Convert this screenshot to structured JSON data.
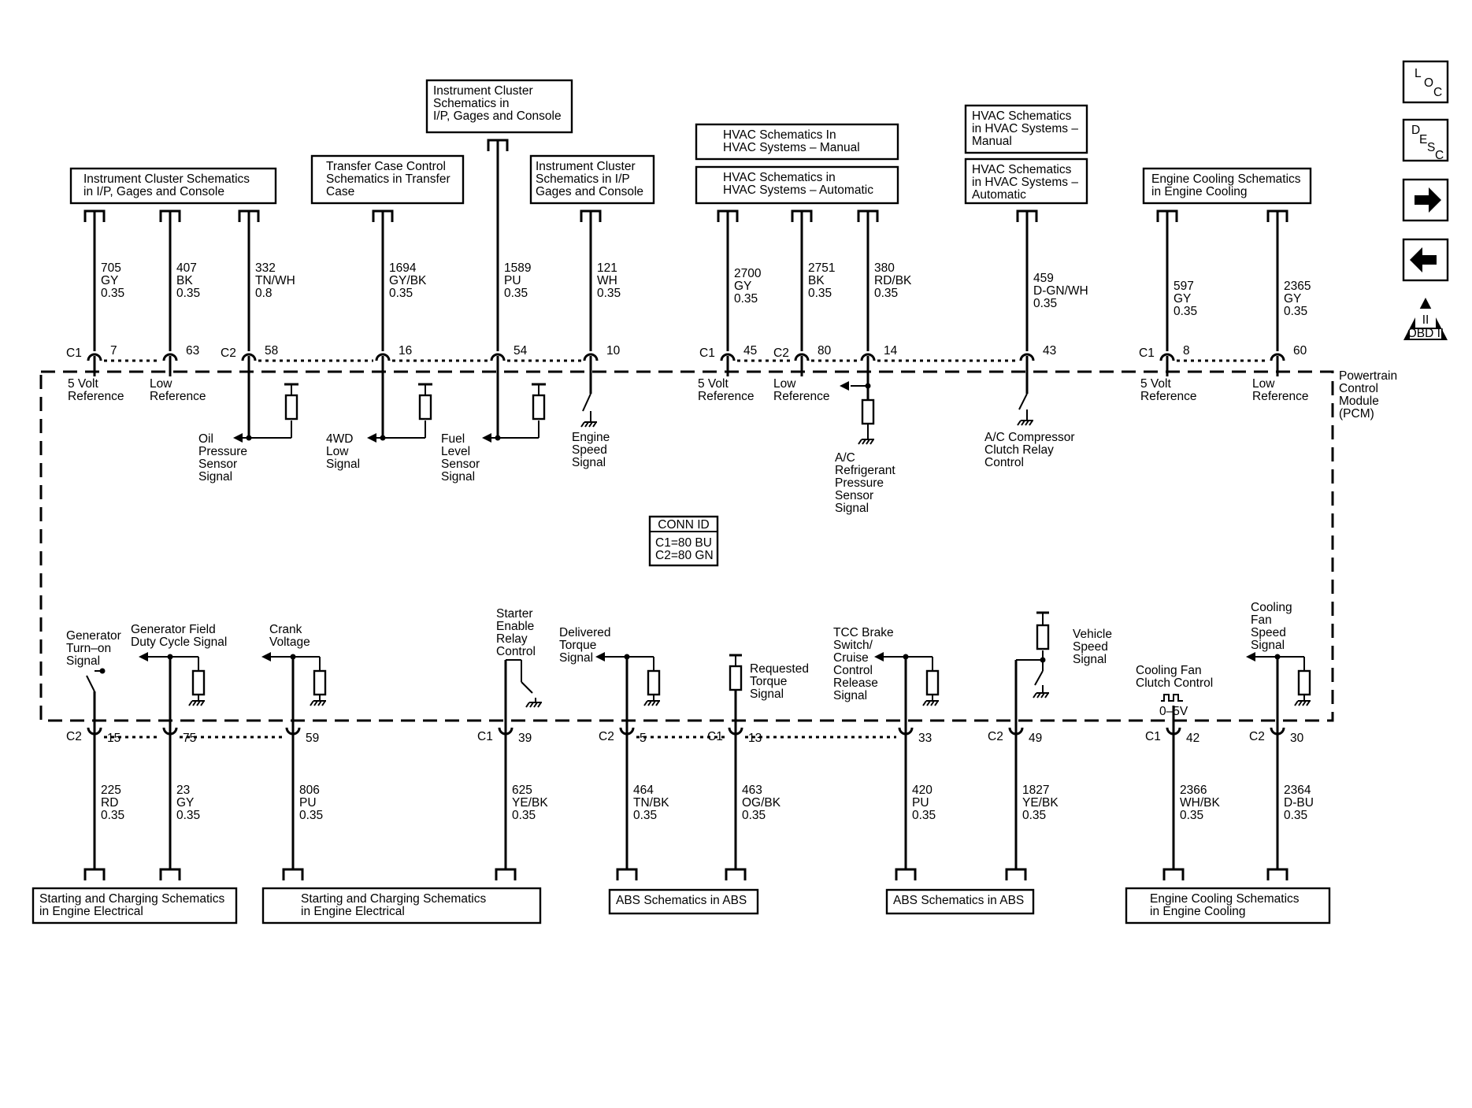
{
  "module": {
    "name_lines": [
      "Powertrain",
      "Control",
      "Module",
      "(PCM)"
    ]
  },
  "conn_id": {
    "title": "CONN ID",
    "lines": [
      "C1=80 BU",
      "C2=80 GN"
    ]
  },
  "nav": {
    "loc": [
      "L",
      "O",
      "C"
    ],
    "desc": [
      "D",
      "E",
      "S",
      "C"
    ],
    "obd_label": "OBD II",
    "obd_numeral": "II"
  },
  "top_boxes": [
    {
      "lines": [
        "Instrument Cluster Schematics",
        "in I/P, Gages and Console"
      ]
    },
    {
      "lines": [
        "Transfer Case Control",
        "Schematics in Transfer",
        "Case"
      ]
    },
    {
      "lines": [
        "Instrument Cluster",
        "Schematics in",
        "I/P, Gages and Console"
      ]
    },
    {
      "lines": [
        "Instrument Cluster",
        "Schematics in I/P",
        "Gages and Console"
      ]
    },
    {
      "lines": [
        "HVAC Schematics In",
        "HVAC Systems – Manual"
      ]
    },
    {
      "lines": [
        "HVAC Schematics in",
        "HVAC Systems – Automatic"
      ]
    },
    {
      "lines": [
        "HVAC Schematics",
        "in HVAC Systems –",
        "Manual"
      ]
    },
    {
      "lines": [
        "HVAC Schematics",
        "in HVAC Systems –",
        "Automatic"
      ]
    },
    {
      "lines": [
        "Engine Cooling Schematics",
        "in Engine Cooling"
      ]
    }
  ],
  "bottom_boxes": [
    {
      "lines": [
        "Starting and Charging Schematics",
        "in Engine Electrical"
      ]
    },
    {
      "lines": [
        "Starting and Charging Schematics",
        "in Engine Electrical"
      ]
    },
    {
      "lines": [
        "ABS Schematics in ABS"
      ]
    },
    {
      "lines": [
        "ABS Schematics in ABS"
      ]
    },
    {
      "lines": [
        "Engine Cooling Schematics",
        "in Engine Cooling"
      ]
    }
  ],
  "top_wires": [
    {
      "circuit": "705",
      "color": "GY",
      "size": "0.35",
      "connector": "C1",
      "pin": "7",
      "label": [
        "5 Volt",
        "Reference"
      ]
    },
    {
      "circuit": "407",
      "color": "BK",
      "size": "0.35",
      "connector": "",
      "pin": "63",
      "label": [
        "Low",
        "Reference"
      ]
    },
    {
      "circuit": "332",
      "color": "TN/WH",
      "size": "0.8",
      "connector": "C2",
      "pin": "58",
      "label": [
        "Oil",
        "Pressure",
        "Sensor",
        "Signal"
      ]
    },
    {
      "circuit": "1694",
      "color": "GY/BK",
      "size": "0.35",
      "connector": "",
      "pin": "16",
      "label": [
        "4WD",
        "Low",
        "Signal"
      ]
    },
    {
      "circuit": "1589",
      "color": "PU",
      "size": "0.35",
      "connector": "",
      "pin": "54",
      "label": [
        "Fuel",
        "Level",
        "Sensor",
        "Signal"
      ]
    },
    {
      "circuit": "121",
      "color": "WH",
      "size": "0.35",
      "connector": "",
      "pin": "10",
      "label": [
        "Engine",
        "Speed",
        "Signal"
      ]
    },
    {
      "circuit": "2700",
      "color": "GY",
      "size": "0.35",
      "connector": "C1",
      "pin": "45",
      "label": [
        "5 Volt",
        "Reference"
      ]
    },
    {
      "circuit": "2751",
      "color": "BK",
      "size": "0.35",
      "connector": "C2",
      "pin": "80",
      "label": [
        "Low",
        "Reference"
      ]
    },
    {
      "circuit": "380",
      "color": "RD/BK",
      "size": "0.35",
      "connector": "",
      "pin": "14",
      "label": [
        "A/C",
        "Refrigerant",
        "Pressure",
        "Sensor",
        "Signal"
      ]
    },
    {
      "circuit": "459",
      "color": "D-GN/WH",
      "size": "0.35",
      "connector": "",
      "pin": "43",
      "label": [
        "A/C Compressor",
        "Clutch Relay",
        "Control"
      ]
    },
    {
      "circuit": "597",
      "color": "GY",
      "size": "0.35",
      "connector": "C1",
      "pin": "8",
      "label": [
        "5 Volt",
        "Reference"
      ]
    },
    {
      "circuit": "2365",
      "color": "GY",
      "size": "0.35",
      "connector": "",
      "pin": "60",
      "label": [
        "Low",
        "Reference"
      ]
    }
  ],
  "bottom_wires": [
    {
      "circuit": "225",
      "color": "RD",
      "size": "0.35",
      "connector": "C2",
      "pin": "15",
      "label": [
        "Generator",
        "Turn–on",
        "Signal"
      ]
    },
    {
      "circuit": "23",
      "color": "GY",
      "size": "0.35",
      "connector": "",
      "pin": "75",
      "label": [
        "Generator Field",
        "Duty Cycle Signal"
      ]
    },
    {
      "circuit": "806",
      "color": "PU",
      "size": "0.35",
      "connector": "",
      "pin": "59",
      "label": [
        "Crank",
        "Voltage"
      ]
    },
    {
      "circuit": "625",
      "color": "YE/BK",
      "size": "0.35",
      "connector": "C1",
      "pin": "39",
      "label": [
        "Starter",
        "Enable",
        "Relay",
        "Control"
      ]
    },
    {
      "circuit": "464",
      "color": "TN/BK",
      "size": "0.35",
      "connector": "C2",
      "pin": "5",
      "label": [
        "Delivered",
        "Torque",
        "Signal"
      ]
    },
    {
      "circuit": "463",
      "color": "OG/BK",
      "size": "0.35",
      "connector": "C1",
      "pin": "13",
      "label": [
        "Requested",
        "Torque",
        "Signal"
      ]
    },
    {
      "circuit": "420",
      "color": "PU",
      "size": "0.35",
      "connector": "",
      "pin": "33",
      "label": [
        "TCC Brake",
        "Switch/",
        "Cruise",
        "Control",
        "Release",
        "Signal"
      ]
    },
    {
      "circuit": "1827",
      "color": "YE/BK",
      "size": "0.35",
      "connector": "C2",
      "pin": "49",
      "label": [
        "Vehicle",
        "Speed",
        "Signal"
      ]
    },
    {
      "circuit": "2366",
      "color": "WH/BK",
      "size": "0.35",
      "connector": "C1",
      "pin": "42",
      "label": [
        "Cooling Fan",
        "Clutch Control"
      ],
      "extra": "0–5V"
    },
    {
      "circuit": "2364",
      "color": "D-BU",
      "size": "0.35",
      "connector": "C2",
      "pin": "30",
      "label": [
        "Cooling",
        "Fan",
        "Speed",
        "Signal"
      ]
    }
  ]
}
